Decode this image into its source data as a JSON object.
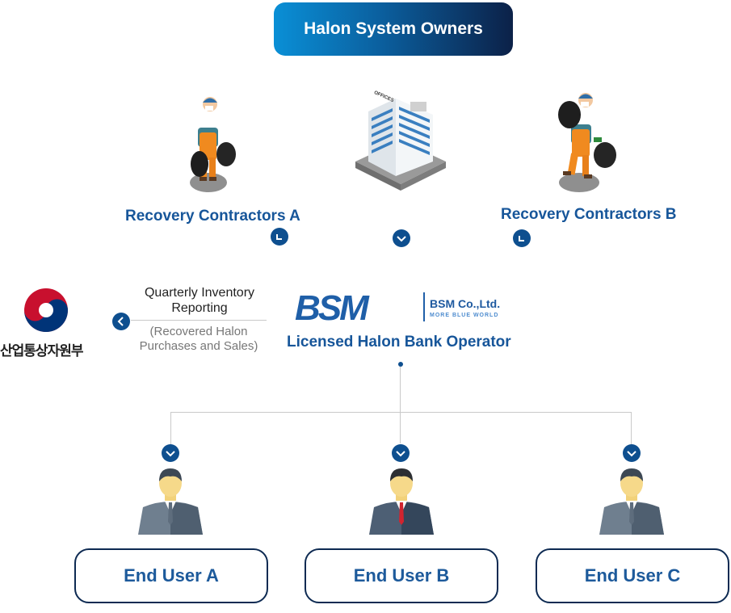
{
  "owners": {
    "label": "Halon System Owners"
  },
  "contractors": [
    {
      "label": "Recovery Contractors A"
    },
    {
      "label": "Recovery Contractors B"
    }
  ],
  "building": {
    "sign": "OFFICES"
  },
  "operator": {
    "logo_text": "BSM",
    "company": "BSM Co.,Ltd.",
    "tagline": "MORE BLUE WORLD",
    "label": "Licensed Halon Bank Operator"
  },
  "ministry": {
    "name": "산업통상자원부"
  },
  "reporting": {
    "title_line1": "Quarterly Inventory",
    "title_line2": "Reporting",
    "sub_line1": "(Recovered Halon",
    "sub_line2": "Purchases and Sales)"
  },
  "end_users": [
    {
      "label": "End User A"
    },
    {
      "label": "End User B"
    },
    {
      "label": "End User C"
    }
  ],
  "colors": {
    "accent_blue": "#17569a",
    "dark_navy": "#0c2148",
    "chevron_blue": "#0e4f8f",
    "connector_gray": "#c9c9c9",
    "ministry_red": "#c8102e",
    "ministry_blue": "#003478"
  }
}
